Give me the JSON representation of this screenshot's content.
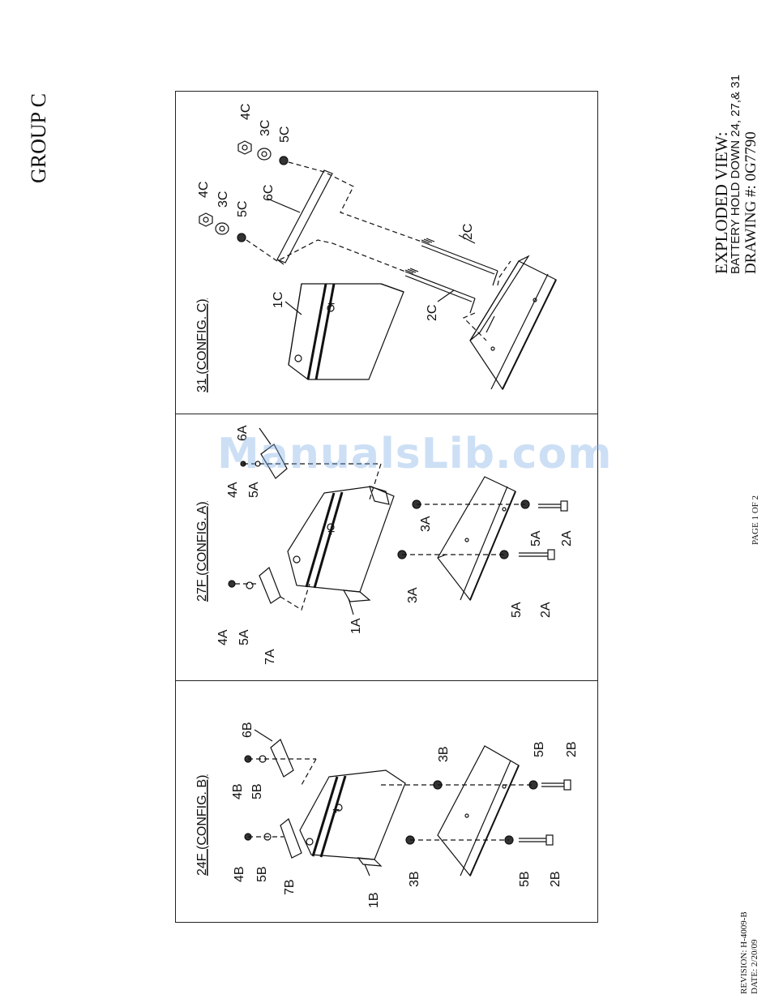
{
  "header": {
    "group": "GROUP C"
  },
  "title_block": {
    "line1": "EXPLODED VIEW:",
    "line2": "BATTERY HOLD DOWN 24, 27,& 31",
    "line3": "DRAWING #: 0G7790"
  },
  "page": "PAGE 1 OF 2",
  "revision": {
    "revision": "REVISION: H-4009-B",
    "date": "DATE: 2/20/09"
  },
  "watermark": "ManualsLib.com",
  "configs": [
    {
      "title": "31 (CONFIG. C)",
      "labels": [
        "1C",
        "2C",
        "2C",
        "3C",
        "3C",
        "4C",
        "4C",
        "5C",
        "5C",
        "6C"
      ]
    },
    {
      "title": "27F (CONFIG. A)",
      "labels": [
        "1A",
        "2A",
        "2A",
        "3A",
        "3A",
        "4A",
        "4A",
        "5A",
        "5A",
        "5A",
        "5A",
        "6A",
        "7A"
      ]
    },
    {
      "title": "24F (CONFIG. B)",
      "labels": [
        "1B",
        "2B",
        "2B",
        "3B",
        "3B",
        "4B",
        "4B",
        "5B",
        "5B",
        "5B",
        "5B",
        "6B",
        "7B"
      ]
    }
  ],
  "terminal_symbols": {
    "plus": "+",
    "minus": "–"
  },
  "colors": {
    "line": "#111111",
    "watermark": "#78aae6"
  }
}
